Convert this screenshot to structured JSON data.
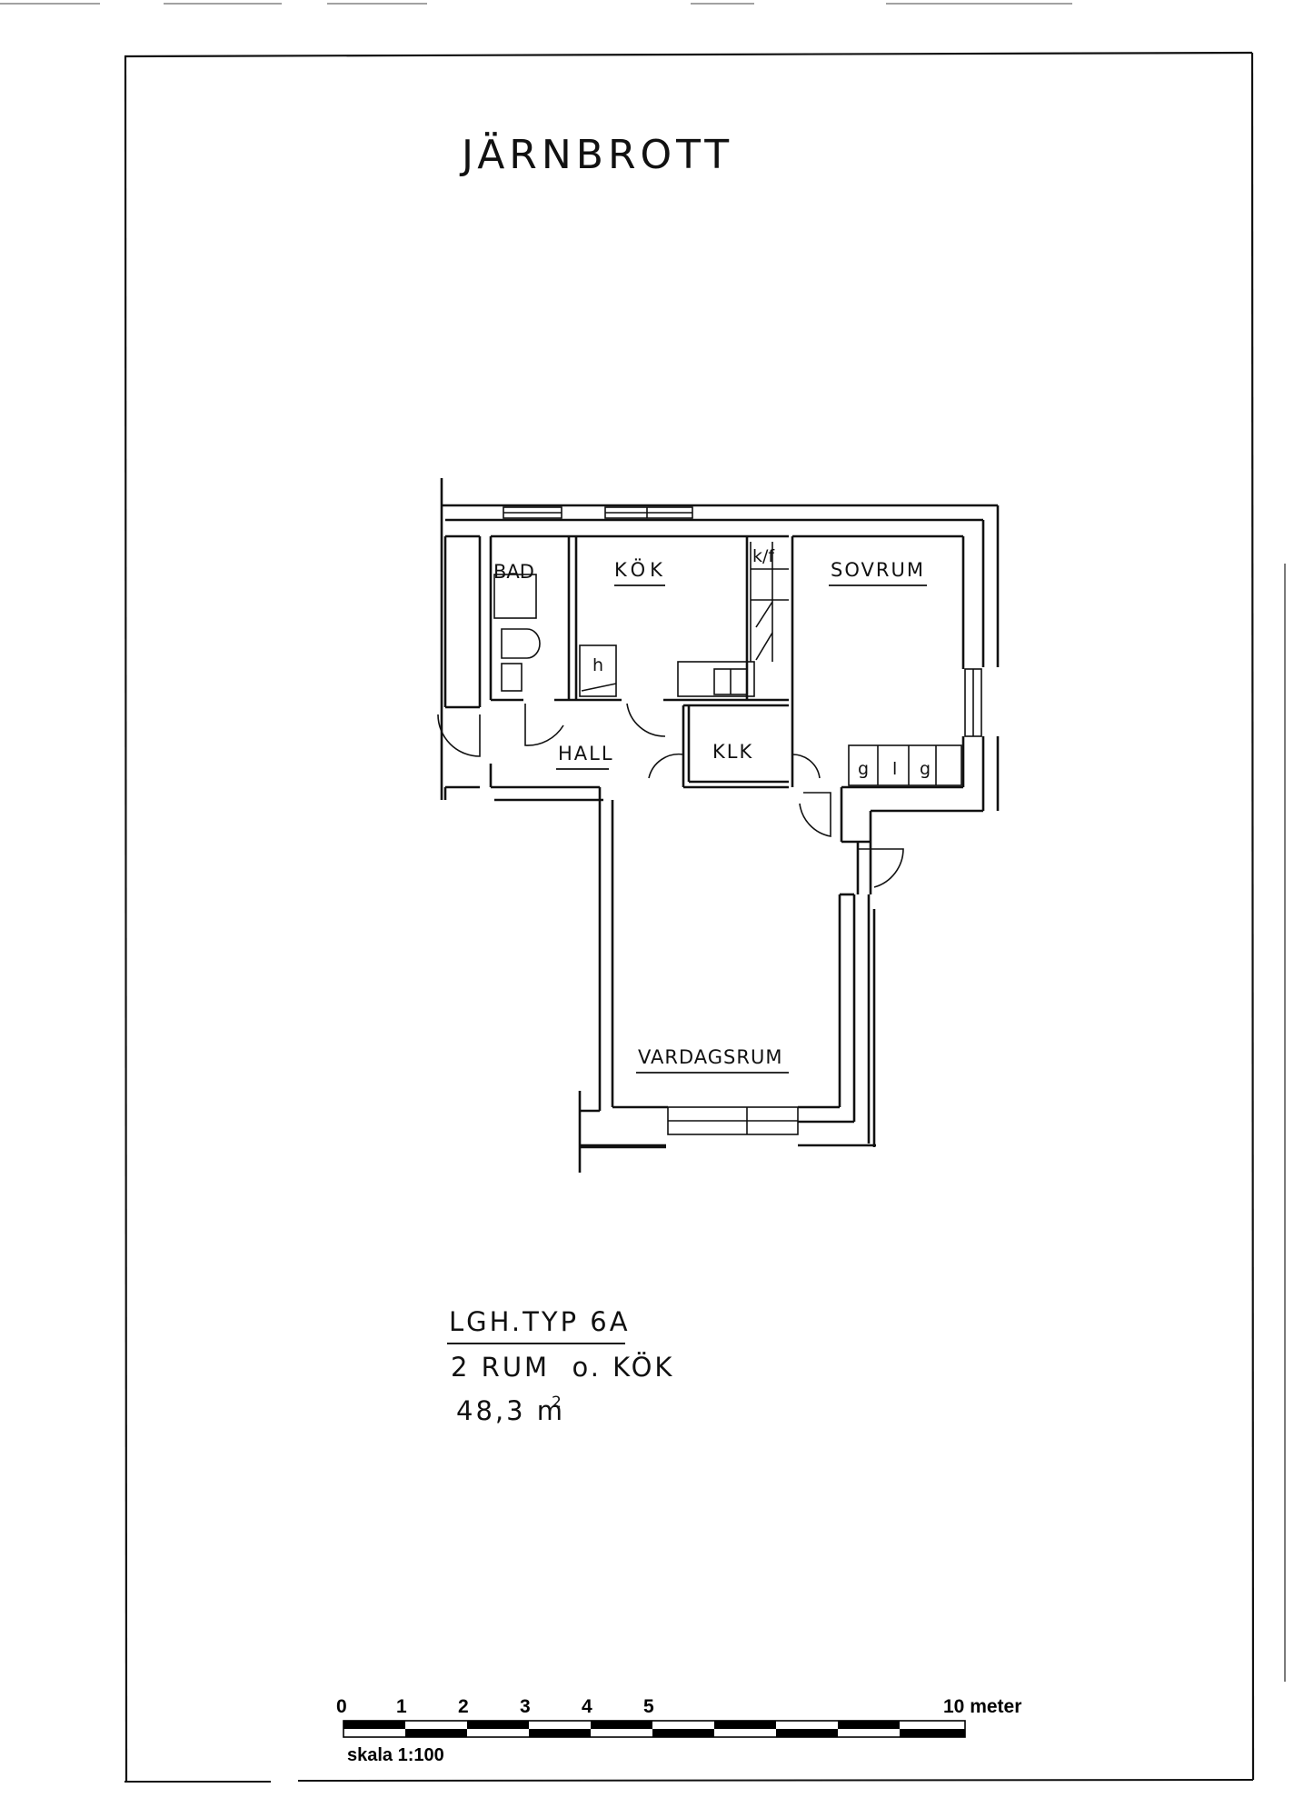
{
  "title": "JÄRNBROTT",
  "rooms": {
    "bad": "BAD",
    "kok": "KÖK",
    "kf": "k/f",
    "sovrum": "SOVRUM",
    "hall": "HALL",
    "klk": "KLK",
    "vardagsrum": "VARDAGSRUM",
    "h": "h",
    "g1": "g",
    "l": "l",
    "g2": "g"
  },
  "info": {
    "type": "LGH.TYP 6A",
    "rooms": "2 RUM  o. KÖK",
    "area": "48,3 m",
    "area_sup": "2"
  },
  "scale": {
    "ticks": [
      "0",
      "1",
      "2",
      "3",
      "4",
      "5",
      "10 meter"
    ],
    "label": "skala 1:100"
  }
}
